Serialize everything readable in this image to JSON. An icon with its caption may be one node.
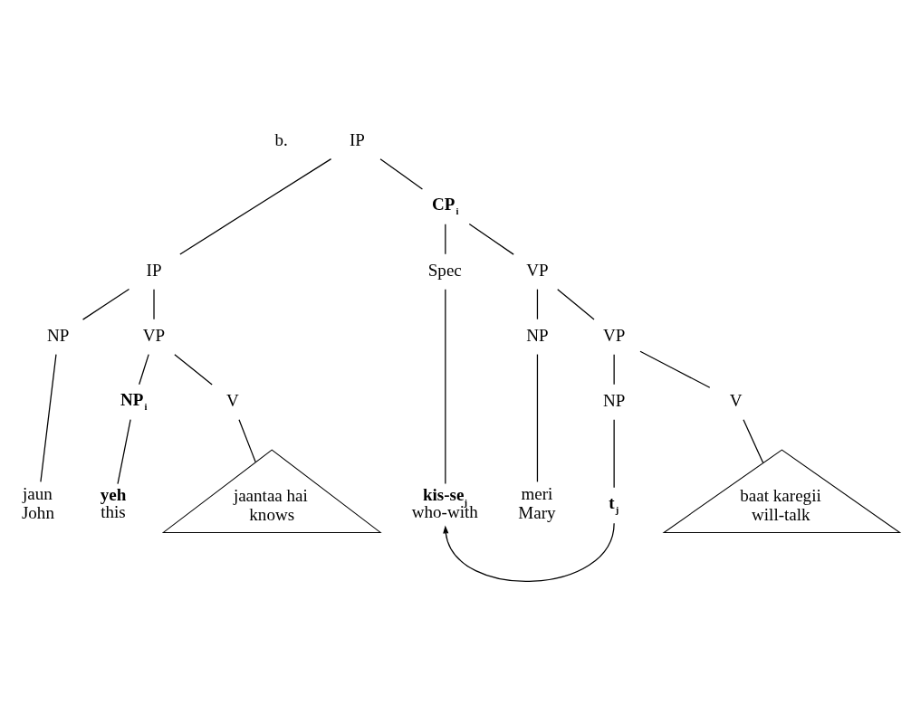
{
  "diagram": {
    "nodes": [
      {
        "text": [
          "IP"
        ]
      },
      {
        "text": [
          "IP"
        ]
      },
      {
        "text": [
          "CP$_{i}$"
        ]
      },
      {
        "text": [
          "NP"
        ]
      },
      {
        "text": [
          "VP"
        ]
      },
      {
        "text": [
          "Spec"
        ]
      },
      {
        "text": [
          "VP"
        ]
      },
      {
        "text": [
          "NP$_{i}$"
        ]
      },
      {
        "text": [
          "V"
        ]
      },
      {
        "text": [
          "NP"
        ]
      },
      {
        "text": [
          "VP"
        ]
      },
      {
        "text": [
          "NP"
        ]
      },
      {
        "text": [
          "V"
        ]
      },
      {
        "text": [
          "jaun",
          "John"
        ]
      },
      {
        "text": [
          "yeh",
          "this"
        ]
      },
      {
        "text": [
          "jaantaa hai",
          "knows"
        ]
      },
      {
        "text": [
          "kis-se$_{j}$",
          "who-with"
        ]
      },
      {
        "text": [
          "meri",
          "Mary"
        ]
      },
      {
        "text": [
          "t$_{j}$"
        ]
      },
      {
        "text": [
          "baat karegii",
          "will-talk"
        ]
      }
    ],
    "edges": [
      {
        "from": 0,
        "to": 1,
        "arrow": "none"
      },
      {
        "from": 0,
        "to": 2,
        "arrow": "none"
      },
      {
        "from": 1,
        "to": 3,
        "arrow": "none"
      },
      {
        "from": 1,
        "to": 4,
        "arrow": "none"
      },
      {
        "from": 2,
        "to": 5,
        "arrow": "none"
      },
      {
        "from": 2,
        "to": 6,
        "arrow": "none"
      },
      {
        "from": 4,
        "to": 7,
        "arrow": "none"
      },
      {
        "from": 4,
        "to": 8,
        "arrow": "none"
      },
      {
        "from": 6,
        "to": 9,
        "arrow": "none"
      },
      {
        "from": 6,
        "to": 10,
        "arrow": "none"
      },
      {
        "from": 10,
        "to": 11,
        "arrow": "none"
      },
      {
        "from": 10,
        "to": 12,
        "arrow": "none"
      },
      {
        "from": 3,
        "to": 13,
        "arrow": "none"
      },
      {
        "from": 7,
        "to": 14,
        "arrow": "none"
      },
      {
        "from": 8,
        "to": 15,
        "arrow": "none"
      },
      {
        "from": 5,
        "to": 16,
        "arrow": "none"
      },
      {
        "from": 9,
        "to": 17,
        "arrow": "none"
      },
      {
        "from": 11,
        "to": 18,
        "arrow": "none"
      },
      {
        "from": 12,
        "to": 19,
        "arrow": "none"
      },
      {
        "from": 18,
        "to": 16,
        "arrow": "to"
      }
    ],
    "labels": [
      "b."
    ]
  }
}
